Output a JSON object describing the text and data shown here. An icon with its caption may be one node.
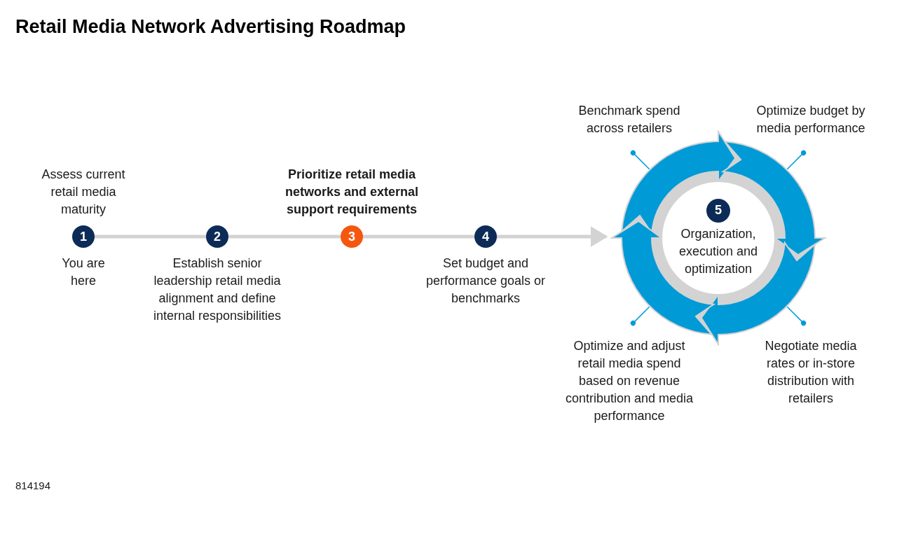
{
  "diagram": {
    "title": "Retail Media Network Advertising Roadmap",
    "nodes": [
      {
        "text": [
          "1"
        ],
        "beside": [
          "Assess current retail media maturity",
          "You are here"
        ]
      },
      {
        "text": [
          "2"
        ],
        "beside": [
          "Establish senior leadership retail media alignment and define internal responsibilities"
        ]
      },
      {
        "text": [
          "3"
        ],
        "beside": [
          "Prioritize retail media networks and external support requirements"
        ]
      },
      {
        "text": [
          "4"
        ],
        "beside": [
          "Set budget and performance goals or benchmarks"
        ]
      },
      {
        "text": [],
        "shape": "circle"
      },
      {
        "text": [
          "5",
          "Organization, execution and optimization"
        ],
        "in": 4
      },
      {
        "text": [
          "Benchmark spend across retailers"
        ]
      },
      {
        "text": [
          "Optimize budget by media performance"
        ]
      },
      {
        "text": [
          "Optimize and adjust retail media spend based on revenue contribution and media performance"
        ]
      },
      {
        "text": [
          "Negotiate media rates or in-store distribution with retailers"
        ]
      }
    ],
    "edges": [
      {
        "from": 0,
        "to": 1,
        "arrow": "none",
        "style": "thick"
      },
      {
        "from": 1,
        "to": 2,
        "arrow": "none",
        "style": "thick"
      },
      {
        "from": 2,
        "to": 3,
        "arrow": "none",
        "style": "thick"
      },
      {
        "from": 3,
        "to": 4,
        "arrow": "to",
        "style": "thick"
      },
      {
        "from": 6,
        "to": 4,
        "arrow": "other",
        "color": "#009ad7"
      },
      {
        "from": 7,
        "to": 4,
        "arrow": "other",
        "color": "#009ad7"
      },
      {
        "from": 8,
        "to": 4,
        "arrow": "other",
        "color": "#009ad7"
      },
      {
        "from": 9,
        "to": 4,
        "arrow": "other",
        "color": "#009ad7"
      }
    ],
    "labels": [
      "814194"
    ]
  }
}
